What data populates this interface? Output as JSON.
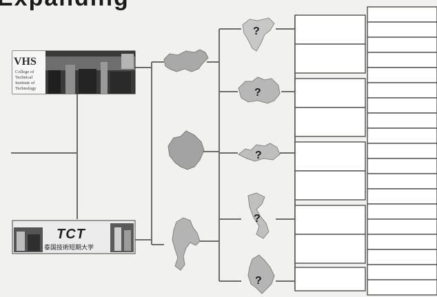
{
  "header": {
    "title_fragment": "Expanding"
  },
  "schools": {
    "top": {
      "badge": "VHS",
      "caption_lines": [
        "College of",
        "Technical",
        "Institute of",
        "Technology"
      ]
    },
    "bottom": {
      "badge": "TCT",
      "caption": "泰国技術短期大学"
    }
  },
  "countries": {
    "known": [
      "Russia",
      "China",
      "Thailand"
    ],
    "unknown_marker": "?",
    "unknown_count": 5
  },
  "colors": {
    "line": "#6b6b6b",
    "box_border": "#595959",
    "map_fill": "#a9a9a9",
    "map_fill_light": "#c9c9c9",
    "photo_dark": "#2b2b2b"
  }
}
